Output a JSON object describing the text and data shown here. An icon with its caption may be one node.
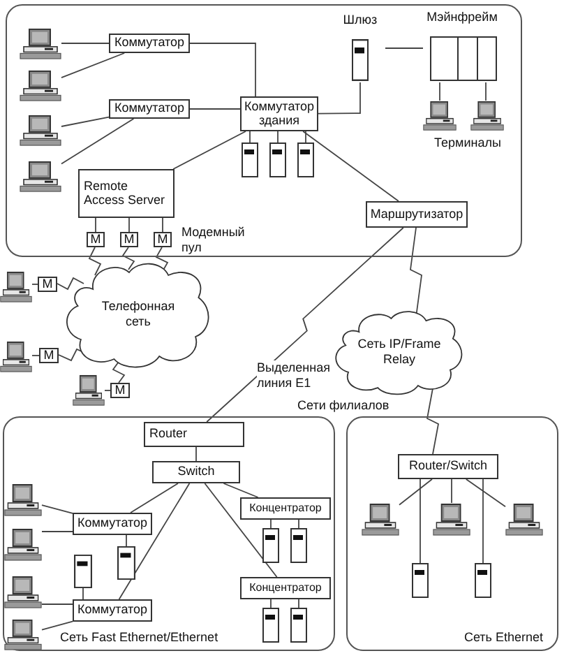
{
  "diagram": {
    "nodes": [
      {
        "text": [],
        "shape": "box"
      },
      {
        "text": [],
        "shape": "computer",
        "in": 0
      },
      {
        "text": [],
        "shape": "computer",
        "in": 0
      },
      {
        "text": [],
        "shape": "computer",
        "in": 0
      },
      {
        "text": [],
        "shape": "computer",
        "in": 0
      },
      {
        "text": [
          "Коммутатор"
        ],
        "in": 0
      },
      {
        "text": [
          "Коммутатор"
        ],
        "in": 0
      },
      {
        "text": [
          "Коммутатор здания"
        ],
        "in": 0
      },
      {
        "text": [],
        "shape": "server",
        "in": 0
      },
      {
        "text": [],
        "shape": "server",
        "in": 0
      },
      {
        "text": [],
        "shape": "server",
        "in": 0
      },
      {
        "text": [
          "Шлюз"
        ],
        "in": 0
      },
      {
        "text": [
          "Мэйнфрейм"
        ],
        "in": 0
      },
      {
        "text": [],
        "shape": "computer",
        "in": 0
      },
      {
        "text": [],
        "shape": "computer",
        "in": 0
      },
      {
        "text": [
          "Remote Access Server"
        ],
        "in": 0
      },
      {
        "text": [
          "М"
        ],
        "in": 0
      },
      {
        "text": [
          "М"
        ],
        "in": 0
      },
      {
        "text": [
          "М"
        ],
        "in": 0
      },
      {
        "text": [
          "Маршрутизатор"
        ],
        "in": 0
      },
      {
        "text": [],
        "shape": "computer"
      },
      {
        "text": [
          "М"
        ]
      },
      {
        "text": [],
        "shape": "computer"
      },
      {
        "text": [
          "М"
        ]
      },
      {
        "text": [],
        "shape": "computer"
      },
      {
        "text": [
          "М"
        ]
      },
      {
        "text": [
          "Телефонная сеть"
        ]
      },
      {
        "text": [
          "Сеть IP/Frame Relay"
        ]
      },
      {
        "text": [
          "Сеть Fast Ethernet/Ethernet"
        ]
      },
      {
        "text": [
          "Router"
        ],
        "in": 28
      },
      {
        "text": [
          "Switch"
        ],
        "in": 28
      },
      {
        "text": [],
        "shape": "computer",
        "in": 28
      },
      {
        "text": [],
        "shape": "computer",
        "in": 28
      },
      {
        "text": [],
        "shape": "computer",
        "in": 28
      },
      {
        "text": [],
        "shape": "computer",
        "in": 28
      },
      {
        "text": [
          "Коммутатор"
        ],
        "in": 28
      },
      {
        "text": [
          "Коммутатор"
        ],
        "in": 28
      },
      {
        "text": [],
        "shape": "server",
        "in": 28
      },
      {
        "text": [],
        "shape": "server",
        "in": 28
      },
      {
        "text": [
          "Концентратор"
        ],
        "in": 28
      },
      {
        "text": [],
        "shape": "server",
        "in": 28
      },
      {
        "text": [],
        "shape": "server",
        "in": 28
      },
      {
        "text": [
          "Концентратор"
        ],
        "in": 28
      },
      {
        "text": [],
        "shape": "server",
        "in": 28
      },
      {
        "text": [],
        "shape": "server",
        "in": 28
      },
      {
        "text": [
          "Сеть Ethernet"
        ]
      },
      {
        "text": [
          "Router/Switch"
        ],
        "in": 45
      },
      {
        "text": [],
        "shape": "computer",
        "in": 45
      },
      {
        "text": [],
        "shape": "computer",
        "in": 45
      },
      {
        "text": [],
        "shape": "computer",
        "in": 45
      },
      {
        "text": [],
        "shape": "server",
        "in": 45
      },
      {
        "text": [],
        "shape": "server",
        "in": 45
      }
    ],
    "edges": [
      {
        "from": 1,
        "to": 5,
        "arrow": "none"
      },
      {
        "from": 2,
        "to": 5,
        "arrow": "none"
      },
      {
        "from": 3,
        "to": 6,
        "arrow": "none"
      },
      {
        "from": 4,
        "to": 6,
        "arrow": "none"
      },
      {
        "from": 5,
        "to": 7,
        "arrow": "none"
      },
      {
        "from": 6,
        "to": 7,
        "arrow": "none"
      },
      {
        "from": 7,
        "to": 11,
        "arrow": "none"
      },
      {
        "from": 11,
        "to": 12,
        "arrow": "none"
      },
      {
        "from": 12,
        "to": 13,
        "arrow": "none"
      },
      {
        "from": 12,
        "to": 14,
        "arrow": "none"
      },
      {
        "from": 7,
        "to": 8,
        "arrow": "none"
      },
      {
        "from": 7,
        "to": 9,
        "arrow": "none"
      },
      {
        "from": 7,
        "to": 10,
        "arrow": "none"
      },
      {
        "from": 7,
        "to": 15,
        "arrow": "none"
      },
      {
        "from": 7,
        "to": 19,
        "arrow": "none"
      },
      {
        "from": 15,
        "to": 16,
        "arrow": "none"
      },
      {
        "from": 15,
        "to": 17,
        "arrow": "none"
      },
      {
        "from": 15,
        "to": 18,
        "arrow": "none"
      },
      {
        "from": 16,
        "to": 26,
        "arrow": "none"
      },
      {
        "from": 17,
        "to": 26,
        "arrow": "none"
      },
      {
        "from": 18,
        "to": 26,
        "arrow": "none"
      },
      {
        "from": 20,
        "to": 21,
        "arrow": "none"
      },
      {
        "from": 21,
        "to": 26,
        "arrow": "none"
      },
      {
        "from": 22,
        "to": 23,
        "arrow": "none"
      },
      {
        "from": 23,
        "to": 26,
        "arrow": "none"
      },
      {
        "from": 24,
        "to": 25,
        "arrow": "none"
      },
      {
        "from": 25,
        "to": 26,
        "arrow": "none"
      },
      {
        "from": 19,
        "to": 27,
        "arrow": "none"
      },
      {
        "from": 27,
        "to": 46,
        "arrow": "none"
      },
      {
        "from": 19,
        "to": 29,
        "arrow": "none",
        "label": "Выделенная линия E1"
      },
      {
        "from": 29,
        "to": 30,
        "arrow": "none"
      },
      {
        "from": 30,
        "to": 35,
        "arrow": "none"
      },
      {
        "from": 30,
        "to": 36,
        "arrow": "none"
      },
      {
        "from": 30,
        "to": 39,
        "arrow": "none"
      },
      {
        "from": 30,
        "to": 42,
        "arrow": "none"
      },
      {
        "from": 31,
        "to": 35,
        "arrow": "none"
      },
      {
        "from": 32,
        "to": 35,
        "arrow": "none"
      },
      {
        "from": 33,
        "to": 36,
        "arrow": "none"
      },
      {
        "from": 34,
        "to": 36,
        "arrow": "none"
      },
      {
        "from": 35,
        "to": 37,
        "arrow": "none"
      },
      {
        "from": 38,
        "to": 36,
        "arrow": "none"
      },
      {
        "from": 39,
        "to": 40,
        "arrow": "none"
      },
      {
        "from": 39,
        "to": 41,
        "arrow": "none"
      },
      {
        "from": 42,
        "to": 43,
        "arrow": "none"
      },
      {
        "from": 42,
        "to": 44,
        "arrow": "none"
      },
      {
        "from": 46,
        "to": 47,
        "arrow": "none"
      },
      {
        "from": 46,
        "to": 48,
        "arrow": "none"
      },
      {
        "from": 46,
        "to": 49,
        "arrow": "none"
      },
      {
        "from": 46,
        "to": 50,
        "arrow": "none"
      },
      {
        "from": 46,
        "to": 51,
        "arrow": "none"
      }
    ],
    "labels": [
      "Терминалы",
      "Модемный пул",
      "Сети филиалов"
    ]
  }
}
